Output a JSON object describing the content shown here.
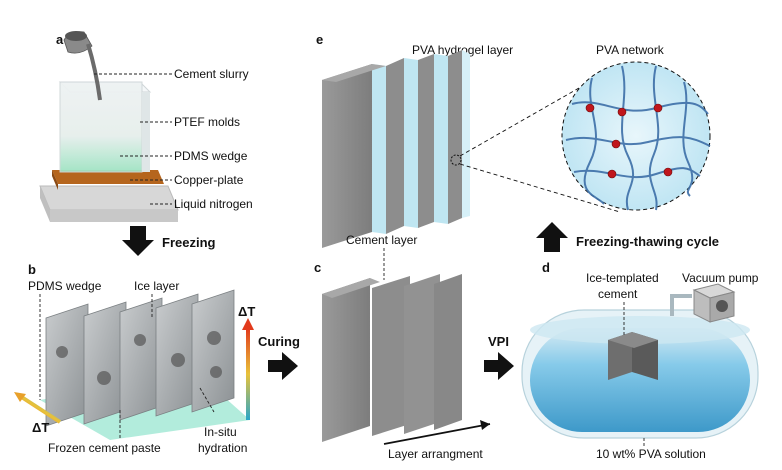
{
  "panels": {
    "a": "a",
    "b": "b",
    "c": "c",
    "d": "d",
    "e": "e"
  },
  "panel_a": {
    "cement_slurry": "Cement slurry",
    "ptef_molds": "PTEF molds",
    "pdms_wedge": "PDMS wedge",
    "copper_plate": "Copper-plate",
    "liquid_nitrogen": "Liquid nitrogen"
  },
  "arrows": {
    "freezing": "Freezing",
    "curing": "Curing",
    "vpi": "VPI",
    "freezing_thawing": "Freezing-thawing cycle"
  },
  "panel_b": {
    "pdms_wedge": "PDMS wedge",
    "ice_layer": "Ice layer",
    "delta_t": "ΔT",
    "delta_t_bottom": "ΔT",
    "frozen_cement_paste": "Frozen cement paste",
    "in_situ": "In-situ",
    "hydration": "hydration"
  },
  "panel_c": {
    "cement_layer": "Cement layer",
    "layer_arrangement": "Layer arrangment"
  },
  "panel_d": {
    "ice_templated": "Ice-templated",
    "cement": "cement",
    "vacuum_pump": "Vacuum pump",
    "pva_solution": "10 wt% PVA solution"
  },
  "panel_e": {
    "pva_hydrogel_layer": "PVA hydrogel layer",
    "pva_network": "PVA network"
  },
  "colors": {
    "cement": "#8f8f8f",
    "cement_dark": "#6e6e6e",
    "hydrogel": "#bfe6f2",
    "pva_liquid": "#4aa7d6",
    "crosslink": "#c0161c",
    "copper": "#b5651d",
    "pdms": "#5fd6a8"
  }
}
